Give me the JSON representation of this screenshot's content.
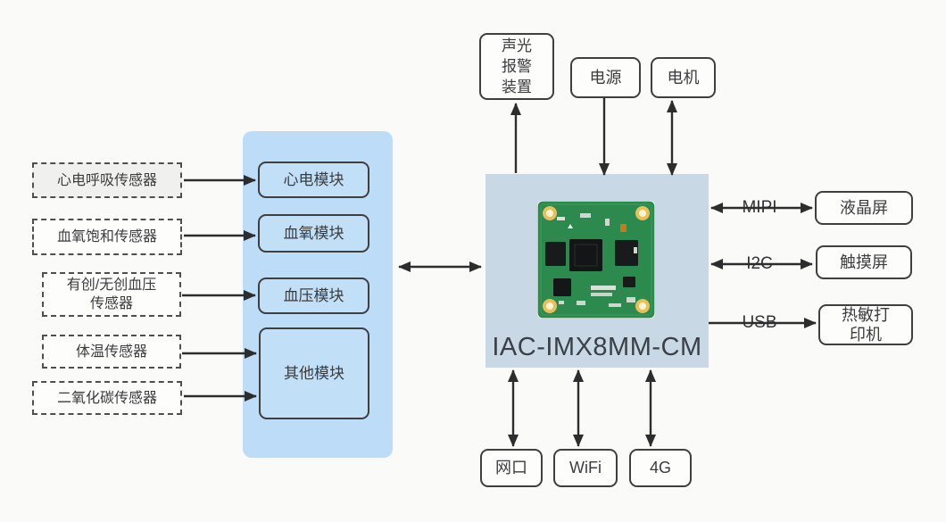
{
  "colors": {
    "background": "#fafaf8",
    "container_blue": "#bcdcf8",
    "module_fill": "#c2dff8",
    "center_fill": "#c9d8e5",
    "arrow": "#2d2d2d",
    "pcb_green": "#2c8a4e"
  },
  "sensors": [
    {
      "label": "心电呼吸传感器"
    },
    {
      "label": "血氧饱和传感器"
    },
    {
      "label": "有创/无创血压\n传感器"
    },
    {
      "label": "体温传感器"
    },
    {
      "label": "二氧化碳传感器"
    }
  ],
  "modules": [
    {
      "label": "心电模块"
    },
    {
      "label": "血氧模块"
    },
    {
      "label": "血压模块"
    },
    {
      "label": "其他模块"
    }
  ],
  "center": {
    "label": "IAC-IMX8MM-CM"
  },
  "top_devices": [
    {
      "label": "声光\n报警\n装置"
    },
    {
      "label": "电源"
    },
    {
      "label": "电机"
    }
  ],
  "right_links": [
    {
      "bus": "MIPI",
      "label": "液晶屏"
    },
    {
      "bus": "I2C",
      "label": "触摸屏"
    },
    {
      "bus": "USB",
      "label": "热敏打\n印机"
    }
  ],
  "bottom_devices": [
    {
      "label": "网口"
    },
    {
      "label": "WiFi"
    },
    {
      "label": "4G"
    }
  ]
}
